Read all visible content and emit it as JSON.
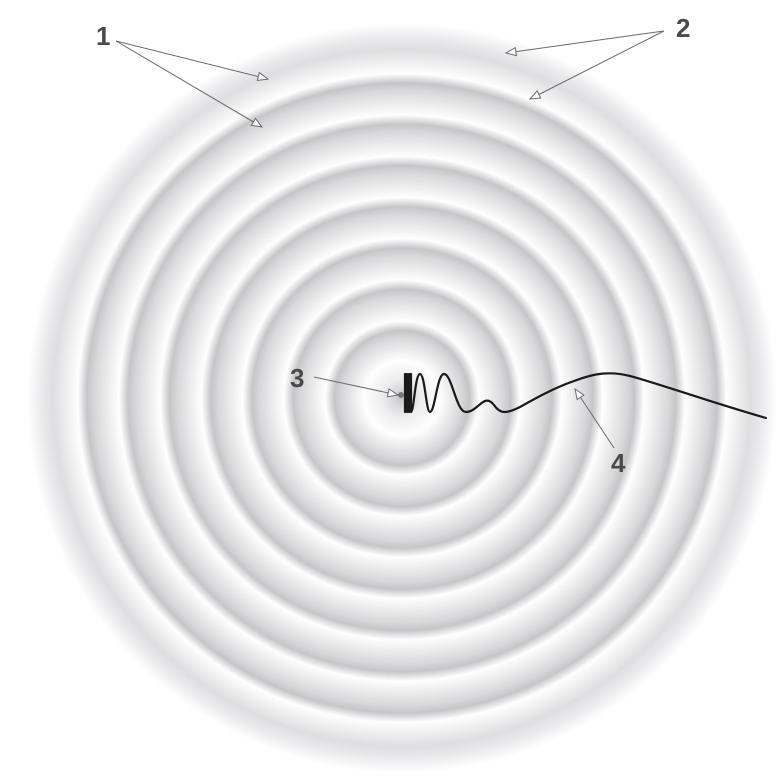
{
  "diagram": {
    "labels": [
      {
        "id": "1",
        "text": "1"
      },
      {
        "id": "2",
        "text": "2"
      },
      {
        "id": "3",
        "text": "3"
      },
      {
        "id": "4",
        "text": "4"
      }
    ]
  },
  "colors": {
    "ring_light": "#fefefe",
    "ring_dark": "#c4c4c6",
    "label": "#4a4a4a",
    "leader_line": "#6a6a6a",
    "wave_line": "#1a1a1a",
    "source_dot": "#777777"
  }
}
